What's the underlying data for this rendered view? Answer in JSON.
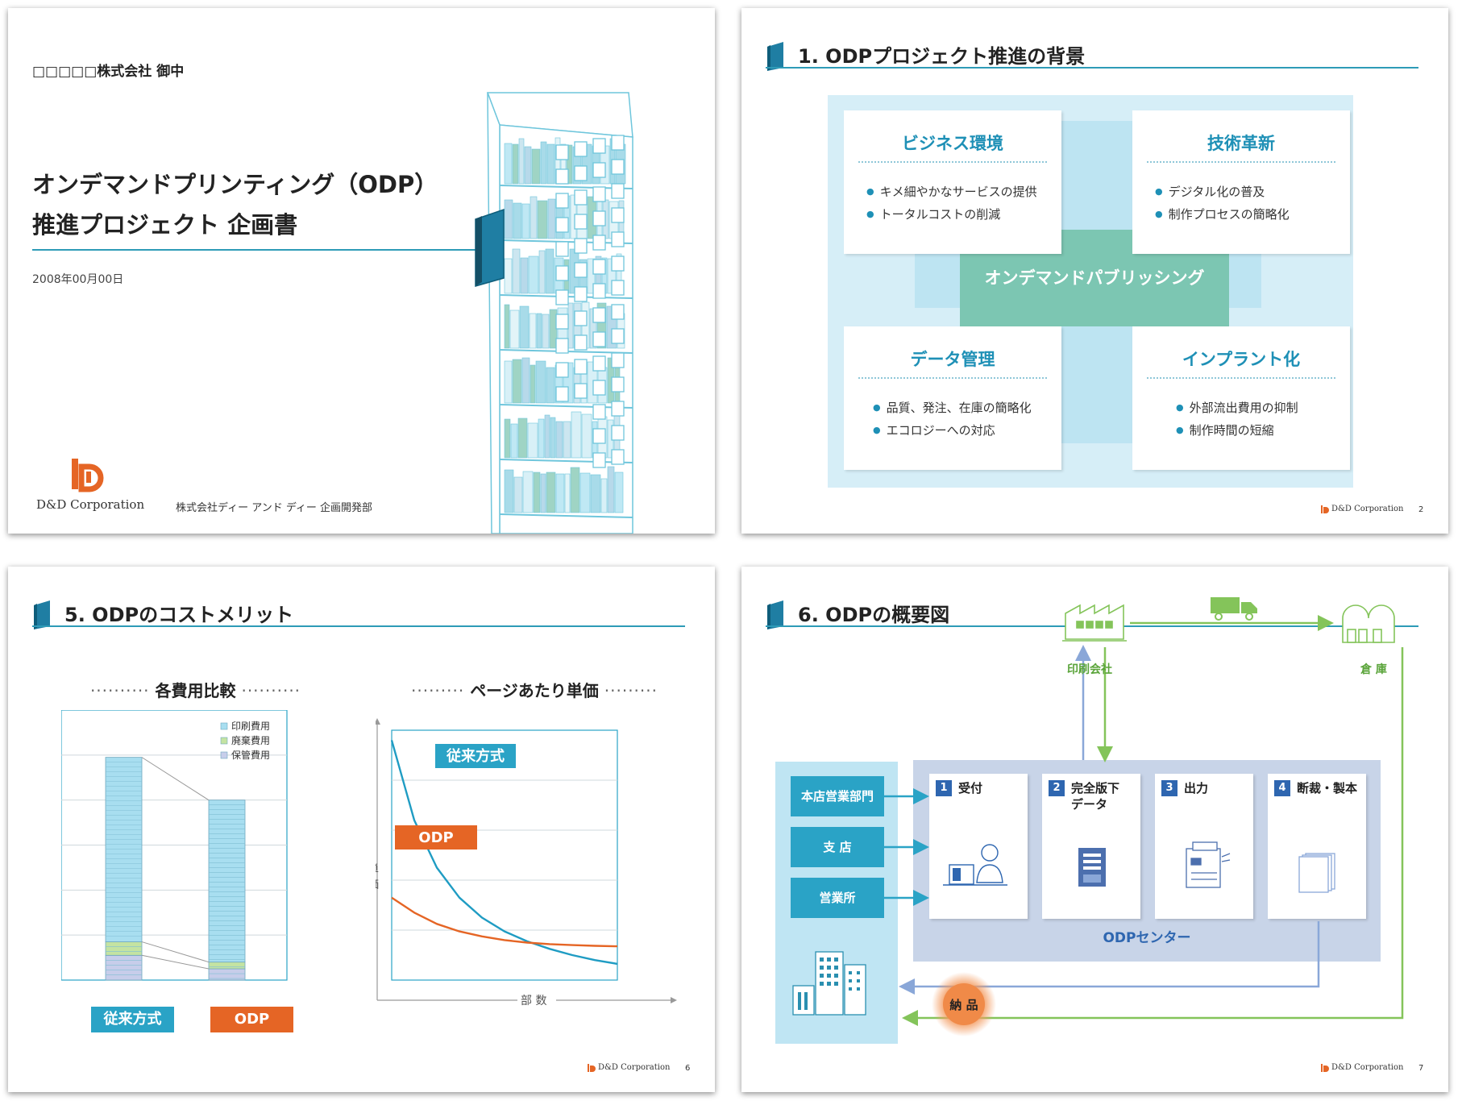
{
  "slide1": {
    "client": "□□□□□株式会社 御中",
    "title_line1": "オンデマンドプリンティング（ODP）",
    "title_line2": "推進プロジェクト 企画書",
    "date": "2008年00月00日",
    "logo_name": "D&D Corporation",
    "department": "株式会社ディー アンド ディー 企画開発部"
  },
  "slide2": {
    "title": "1. ODPプロジェクト推進の背景",
    "center_label": "オンデマンドパブリッシング",
    "boxes": [
      {
        "title": "ビジネス環境",
        "bullets": [
          "キメ細やかなサービスの提供",
          "トータルコストの削減"
        ]
      },
      {
        "title": "技術革新",
        "bullets": [
          "デジタル化の普及",
          "制作プロセスの簡略化"
        ]
      },
      {
        "title": "データ管理",
        "bullets": [
          "品質、発注、在庫の簡略化",
          "エコロジーへの対応"
        ]
      },
      {
        "title": "インプラント化",
        "bullets": [
          "外部流出費用の抑制",
          "制作時間の短縮"
        ]
      }
    ],
    "footer_logo": "D&D Corporation",
    "page": "2"
  },
  "slide3": {
    "title": "5. ODPのコストメリット",
    "footer_logo": "D&D Corporation",
    "page": "6"
  },
  "slide4": {
    "title": "6. ODPの概要図",
    "print_company": "印刷会社",
    "warehouse": "倉 庫",
    "branches": [
      "本店営業部門",
      "支 店",
      "営業所"
    ],
    "steps": [
      {
        "num": "1",
        "label": "受付"
      },
      {
        "num": "2",
        "label": "完全版下\nデータ"
      },
      {
        "num": "3",
        "label": "出力"
      },
      {
        "num": "4",
        "label": "断裁・製本"
      }
    ],
    "center_label": "ODPセンター",
    "delivery": "納 品",
    "footer_logo": "D&D Corporation",
    "page": "7"
  },
  "chart_data": [
    {
      "type": "bar",
      "title": "各費用比較",
      "categories": [
        "従来方式",
        "ODP"
      ],
      "series": [
        {
          "name": "印刷費用",
          "values": [
            41,
            36
          ]
        },
        {
          "name": "廃棄費用",
          "values": [
            3,
            1.5
          ]
        },
        {
          "name": "保管費用",
          "values": [
            5.5,
            2.5
          ]
        }
      ],
      "ylim": [
        0,
        60
      ],
      "legend": "top-right",
      "grid": true,
      "colors": {
        "印刷費用": "#a8def0",
        "廃棄費用": "#c4e3a2",
        "保管費用": "#c7cdea"
      }
    },
    {
      "type": "line",
      "title": "ページあたり単価",
      "xlabel": "部 数",
      "ylabel": "単 価",
      "x": [
        0,
        1,
        2,
        3,
        4,
        5,
        6,
        7,
        8,
        9,
        10
      ],
      "series": [
        {
          "name": "従来方式",
          "values": [
            96,
            64,
            45,
            33,
            25,
            19.5,
            15.5,
            12.5,
            10,
            8,
            6.5
          ],
          "color": "#1f9cc3"
        },
        {
          "name": "ODP",
          "values": [
            33,
            27,
            22.5,
            19.5,
            17.5,
            16,
            15,
            14.4,
            14,
            13.7,
            13.5
          ],
          "color": "#e56525"
        }
      ],
      "ylim": [
        0,
        100
      ],
      "grid": true
    }
  ]
}
